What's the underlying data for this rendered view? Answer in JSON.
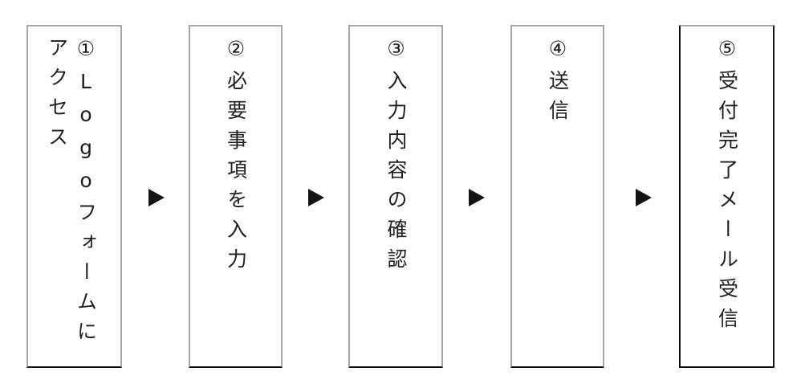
{
  "diagram": {
    "type": "flow",
    "direction": "left-to-right",
    "connector_glyph": "▶",
    "steps": [
      {
        "full_text": "①Logoフォームにアクセス",
        "lines": [
          "①Logoフォームに",
          "アクセス"
        ]
      },
      {
        "full_text": "②必要事項を入力",
        "lines": [
          "②必要事項を入力"
        ]
      },
      {
        "full_text": "③入力内容の確認",
        "lines": [
          "③入力内容の確認"
        ]
      },
      {
        "full_text": "④送信",
        "lines": [
          "④送信"
        ]
      },
      {
        "full_text": "⑤受付完了メール受信",
        "lines": [
          "⑤受付完了メール受信"
        ]
      }
    ],
    "colors": {
      "background": "#ffffff",
      "box_border": "#a6a6a6",
      "box_border_bottom": "#141414",
      "text": "#1f1f1f",
      "arrow": "#141414"
    }
  }
}
